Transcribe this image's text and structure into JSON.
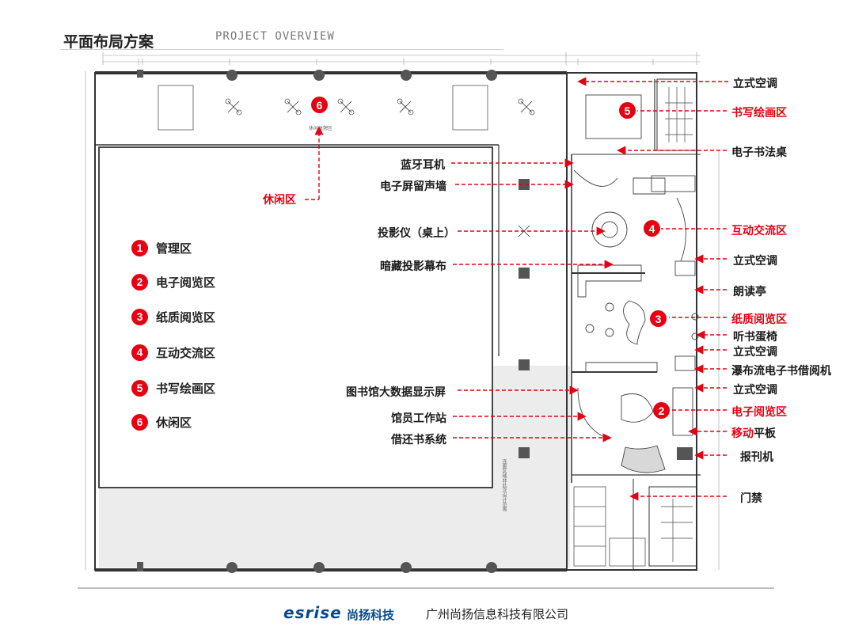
{
  "header": {
    "title": "平面布局方案",
    "subtitle": "PROJECT OVERVIEW"
  },
  "legend": [
    {
      "num": "1",
      "label": "管理区"
    },
    {
      "num": "2",
      "label": "电子阅览区"
    },
    {
      "num": "3",
      "label": "纸质阅览区"
    },
    {
      "num": "4",
      "label": "互动交流区"
    },
    {
      "num": "5",
      "label": "书写绘画区"
    },
    {
      "num": "6",
      "label": "休闲区"
    }
  ],
  "map_markers": [
    "6",
    "5",
    "4",
    "3",
    "2"
  ],
  "left_callouts": {
    "leisure": "休闲区",
    "bluetooth": "蓝牙耳机",
    "message_wall": "电子屏留声墙",
    "projector": "投影仪（桌上）",
    "hidden_screen": "暗藏投影幕布",
    "bigdata": "图书馆大数据显示屏",
    "librarian": "馆员工作站",
    "return_system": "借还书系统"
  },
  "right_callouts": {
    "ac1": "立式空调",
    "writing": "书写绘画区",
    "calligraphy": "电子书法桌",
    "interactive": "互动交流区",
    "ac2": "立式空调",
    "reading_booth": "朗读亭",
    "paper_reading": "纸质阅览区",
    "egg_chair": "听书蛋椅",
    "ac3": "立式空调",
    "waterfall": "瀑布流电子书借阅机",
    "ac4": "立式空调",
    "e_reading": "电子阅览区",
    "tablet_red": "移动",
    "tablet_black": "平板",
    "newspaper": "报刊机",
    "gate": "门禁"
  },
  "plan_notes": {
    "leisure_room": "休闲体憩区",
    "corridor": "连廊区域非此次设计范围"
  },
  "footer": {
    "logo": "esrise",
    "brand": "尚扬科技",
    "company": "广州尚扬信息科技有限公司"
  },
  "colors": {
    "accent": "#e60012",
    "wall": "#333333",
    "hatch": "#e8e8e8",
    "brand": "#0a4a8c"
  }
}
